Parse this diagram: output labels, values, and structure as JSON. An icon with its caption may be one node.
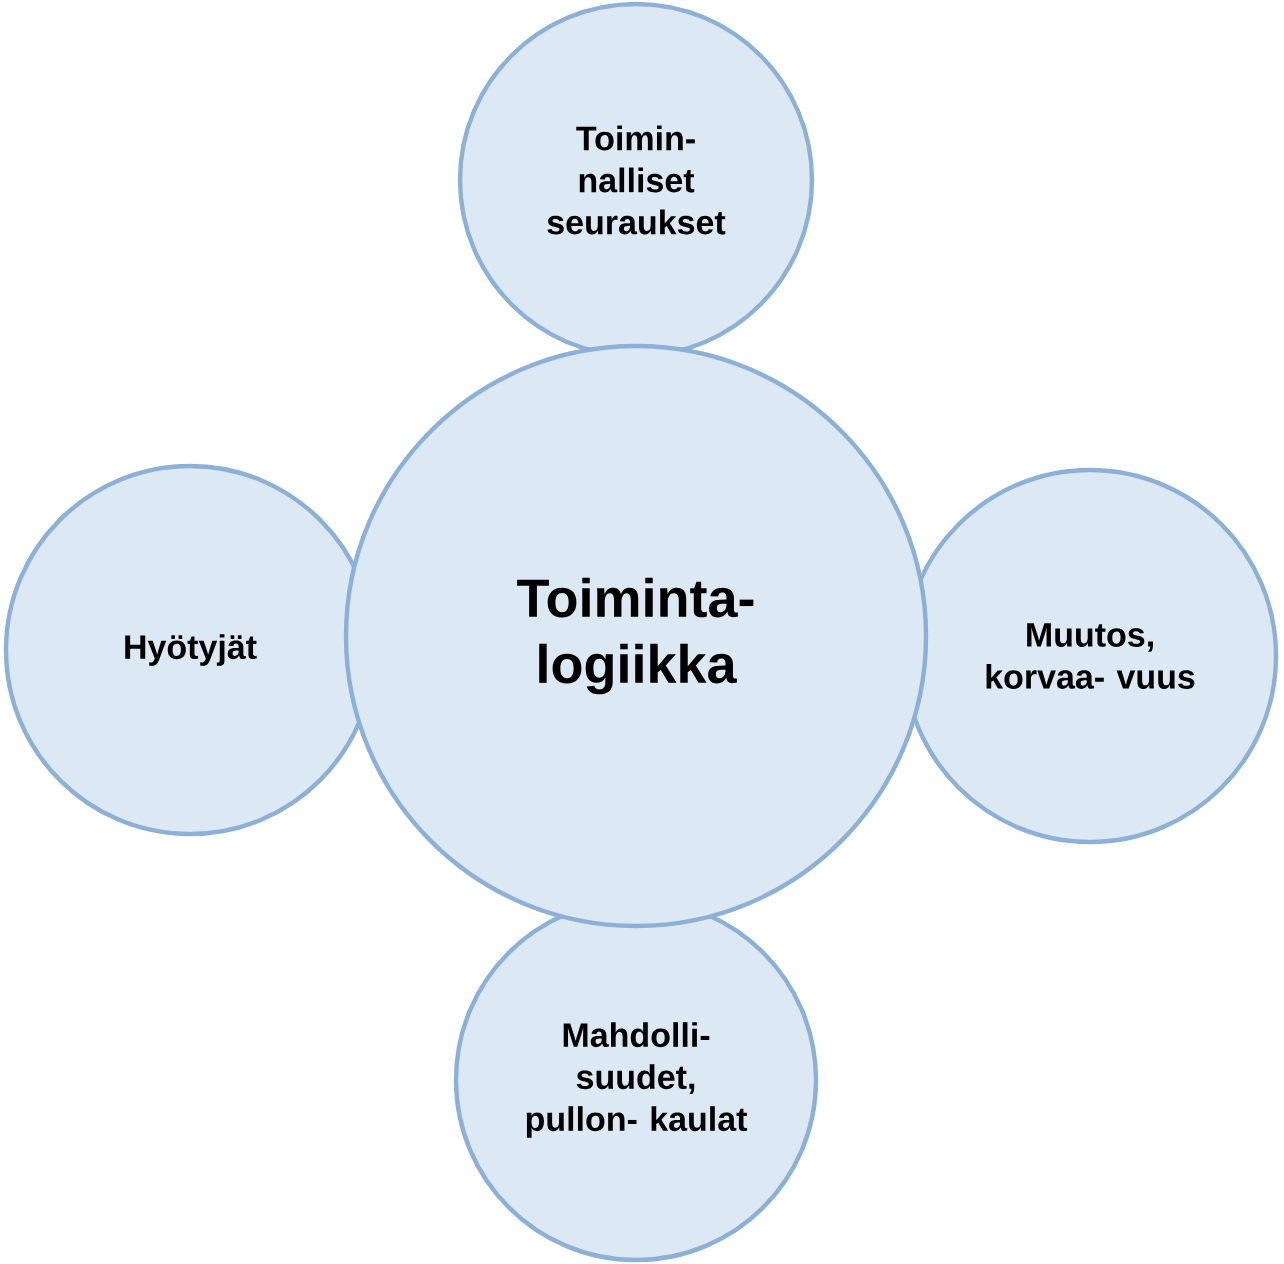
{
  "diagram": {
    "nodes": [
      {
        "text": [
          "Toimin- nalliset seuraukset"
        ]
      },
      {
        "text": [
          "Hyötyjät"
        ]
      },
      {
        "text": [
          "Toiminta- logiikka"
        ]
      },
      {
        "text": [
          "Muutos, korvaa- vuus"
        ]
      },
      {
        "text": [
          "Mahdolli- suudet, pullon- kaulat"
        ]
      }
    ]
  }
}
